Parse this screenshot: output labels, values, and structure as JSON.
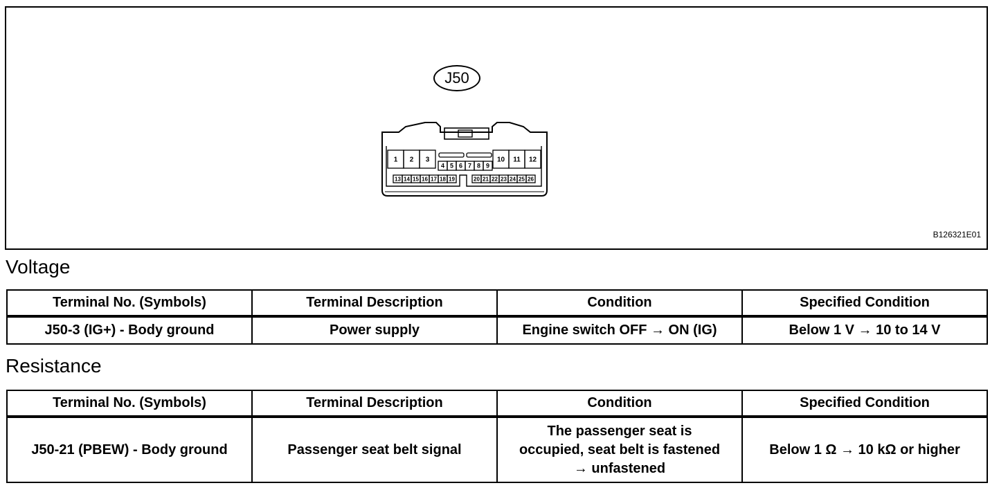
{
  "figure": {
    "connector_label": "J50",
    "figure_code": "B126321E01",
    "pins_upper_left": [
      "1",
      "2",
      "3"
    ],
    "pins_upper_mid": [
      "4",
      "5",
      "6",
      "7",
      "8",
      "9"
    ],
    "pins_upper_right": [
      "10",
      "11",
      "12"
    ],
    "pins_lower_left": [
      "13",
      "14",
      "15",
      "16",
      "17",
      "18",
      "19"
    ],
    "pins_lower_right": [
      "20",
      "21",
      "22",
      "23",
      "24",
      "25",
      "26"
    ]
  },
  "voltage": {
    "heading": "Voltage",
    "columns": [
      "Terminal No. (Symbols)",
      "Terminal Description",
      "Condition",
      "Specified Condition"
    ],
    "rows": [
      [
        "J50-3 (IG+) - Body ground",
        "Power supply",
        "Engine switch OFF → ON (IG)",
        "Below 1 V → 10 to 14 V"
      ]
    ]
  },
  "resistance": {
    "heading": "Resistance",
    "columns": [
      "Terminal No. (Symbols)",
      "Terminal Description",
      "Condition",
      "Specified Condition"
    ],
    "rows": [
      [
        "J50-21 (PBEW) - Body ground",
        "Passenger seat belt signal",
        "The passenger seat is\noccupied, seat belt is fastened\n→ unfastened",
        "Below 1 Ω → 10 kΩ or higher"
      ]
    ]
  }
}
